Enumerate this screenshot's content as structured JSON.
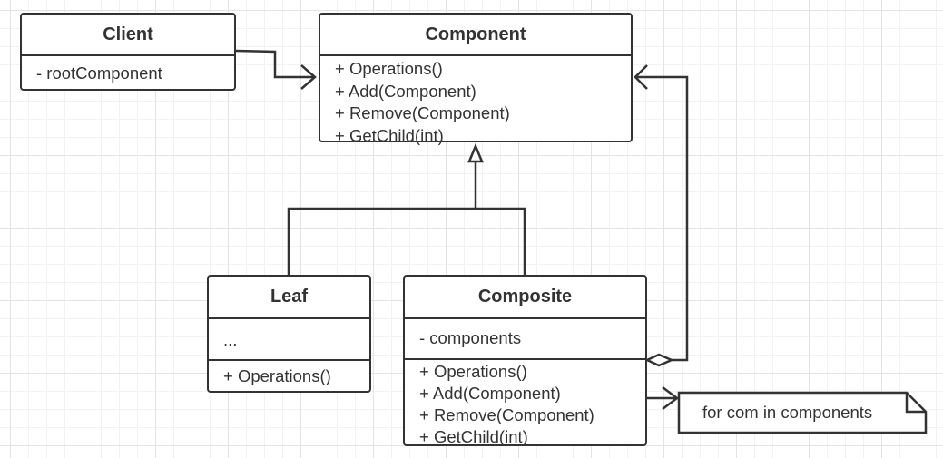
{
  "client": {
    "name": "Client",
    "attributes": [
      "- rootComponent"
    ]
  },
  "component": {
    "name": "Component",
    "methods": [
      "+ Operations()",
      "+ Add(Component)",
      "+ Remove(Component)",
      "+ GetChild(int)"
    ]
  },
  "leaf": {
    "name": "Leaf",
    "attributes": [
      "..."
    ],
    "methods": [
      "+ Operations()"
    ]
  },
  "composite": {
    "name": "Composite",
    "attributes": [
      "- components"
    ],
    "methods": [
      "+ Operations()",
      "+ Add(Component)",
      "+ Remove(Component)",
      "+ GetChild(int)"
    ]
  },
  "note": {
    "text": "for com in components"
  },
  "colors": {
    "line": "#333333",
    "background": "#ffffff",
    "grid_major": "#e3e3e3",
    "grid_minor": "#f2f2f2"
  }
}
